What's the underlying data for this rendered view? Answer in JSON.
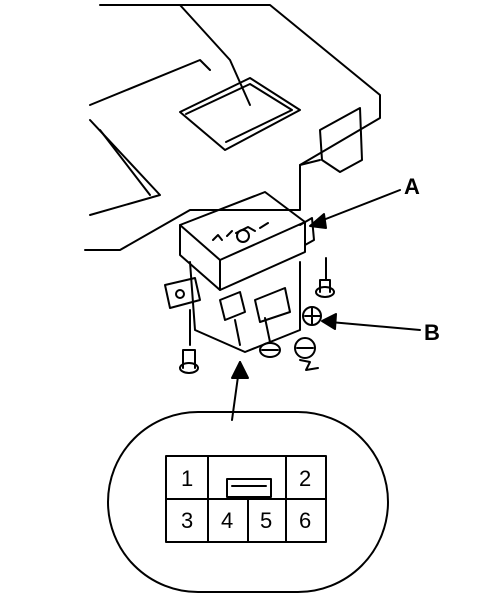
{
  "callouts": {
    "a": "A",
    "b": "B"
  },
  "connector": {
    "pins": [
      "1",
      "2",
      "3",
      "4",
      "5",
      "6"
    ]
  },
  "colors": {
    "line": "#000000",
    "background": "#ffffff"
  }
}
